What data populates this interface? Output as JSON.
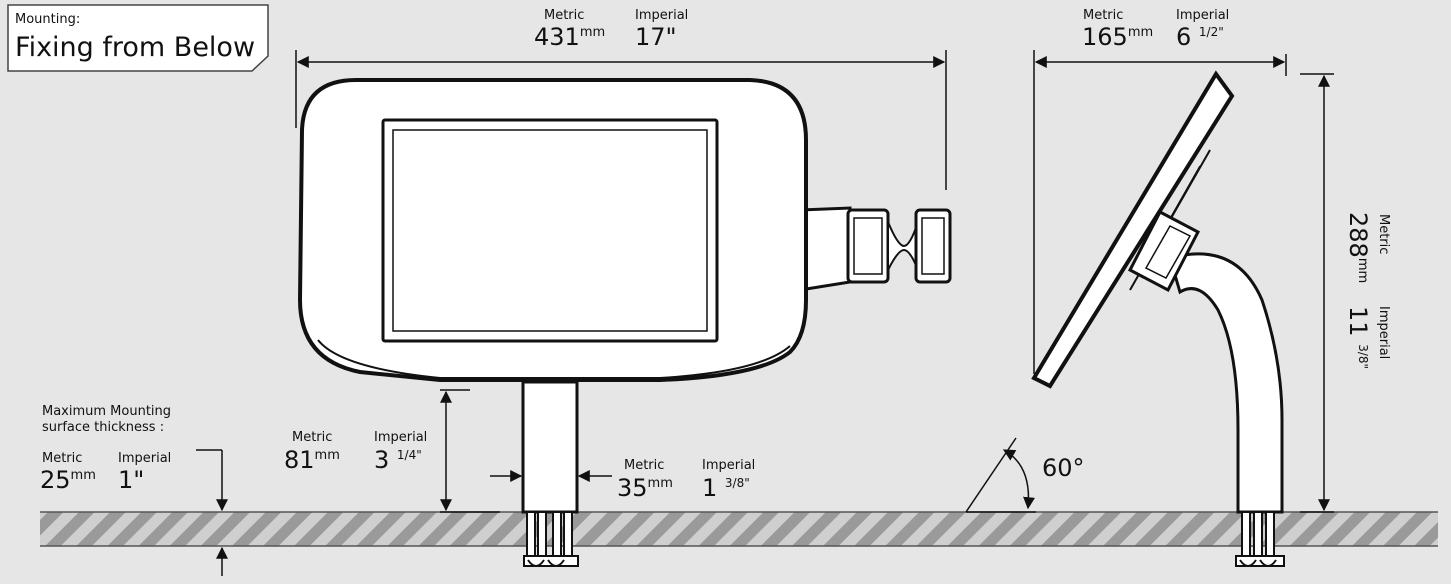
{
  "title": {
    "label": "Mounting:",
    "heading": "Fixing from Below"
  },
  "dimensions": {
    "width": {
      "metric_label": "Metric",
      "metric_value": "431",
      "metric_unit": "mm",
      "imperial_label": "Imperial",
      "imperial_value": "17\""
    },
    "depth": {
      "metric_label": "Metric",
      "metric_value": "165",
      "metric_unit": "mm",
      "imperial_label": "Imperial",
      "imperial_value": "6",
      "imperial_frac": "1/2\""
    },
    "height": {
      "metric_label": "Metric",
      "metric_value": "288",
      "metric_unit": "mm",
      "imperial_label": "Imperial",
      "imperial_value": "11",
      "imperial_frac": "3/8\""
    },
    "pole_height": {
      "metric_label": "Metric",
      "metric_value": "81",
      "metric_unit": "mm",
      "imperial_label": "Imperial",
      "imperial_value": "3",
      "imperial_frac": "1/4\""
    },
    "pole_diameter": {
      "metric_label": "Metric",
      "metric_value": "35",
      "metric_unit": "mm",
      "imperial_label": "Imperial",
      "imperial_value": "1",
      "imperial_frac": "3/8\""
    },
    "surface": {
      "caption_line1": "Maximum Mounting",
      "caption_line2": "surface thickness :",
      "metric_label": "Metric",
      "metric_value": "25",
      "metric_unit": "mm",
      "imperial_label": "Imperial",
      "imperial_value": "1\""
    },
    "angle": {
      "value": "60°"
    }
  }
}
